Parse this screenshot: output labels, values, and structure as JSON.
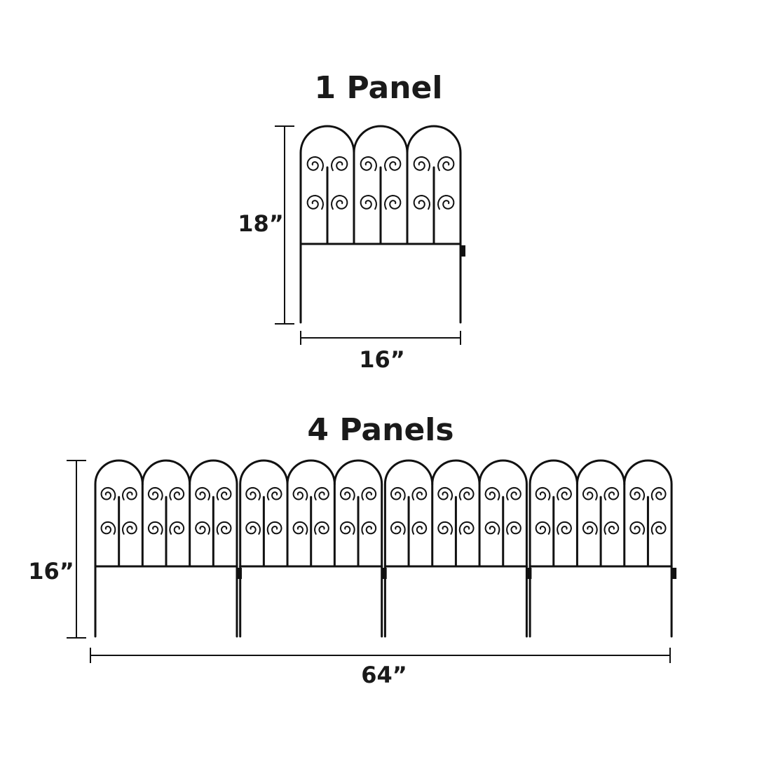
{
  "diagram": {
    "single": {
      "title": "1 Panel",
      "height_label": "18”",
      "width_label": "16”"
    },
    "combined": {
      "title": "4 Panels",
      "panel_count": 4,
      "height_label": "16”",
      "width_label": "64”"
    },
    "arches_per_panel": 3,
    "colors": {
      "ink": "#111111",
      "background": "#ffffff"
    }
  }
}
